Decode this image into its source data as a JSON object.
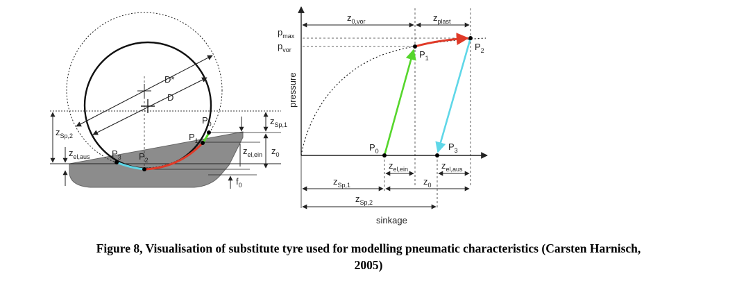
{
  "caption": {
    "line1": "Figure 8, Visualisation of substitute tyre used for modelling pneumatic characteristics (Carsten Harnisch,",
    "line2": "2005)"
  },
  "tyre_diagram": {
    "labels": {
      "d_star": "D*",
      "d": "D",
      "p0_main": "P",
      "p0_sub": "0",
      "p1_main": "P",
      "p1_sub": "1",
      "p2_main": "P",
      "p2_sub": "2",
      "p3_main": "P",
      "p3_sub": "3",
      "zsp2_main": "z",
      "zsp2_sub": "Sp,2",
      "zelaus_main": "z",
      "zelaus_sub": "el,aus",
      "zsp1_main": "z",
      "zsp1_sub": "Sp,1",
      "zelein_main": "z",
      "zelein_sub": "el,ein",
      "z0_main": "z",
      "z0_sub": "0",
      "f0_main": "f",
      "f0_sub": "0"
    },
    "colors": {
      "soil": "#8c8c8c",
      "red_segment": "#e03a28",
      "green_segment": "#56d62c",
      "cyan_segment": "#5fd7e8"
    }
  },
  "pressure_chart": {
    "axis_labels": {
      "y": "pressure",
      "x": "sinkage"
    },
    "labels": {
      "pmax_main": "p",
      "pmax_sub": "max",
      "pvor_main": "p",
      "pvor_sub": "vor",
      "z0vor_main": "z",
      "z0vor_sub": "0,vor",
      "zplast_main": "z",
      "zplast_sub": "plast",
      "p0_main": "P",
      "p0_sub": "0",
      "p1_main": "P",
      "p1_sub": "1",
      "p2_main": "P",
      "p2_sub": "2",
      "p3_main": "P",
      "p3_sub": "3",
      "zelein_main": "z",
      "zelein_sub": "el,ein",
      "zelaus_main": "z",
      "zelaus_sub": "el,aus",
      "z0_main": "z",
      "z0_sub": "0",
      "zsp1_main": "z",
      "zsp1_sub": "Sp,1",
      "zsp2_main": "z",
      "zsp2_sub": "Sp,2"
    },
    "colors": {
      "loading": "#56d62c",
      "plastic": "#e03a28",
      "unloading": "#5fd7e8",
      "axes": "#222222"
    }
  }
}
